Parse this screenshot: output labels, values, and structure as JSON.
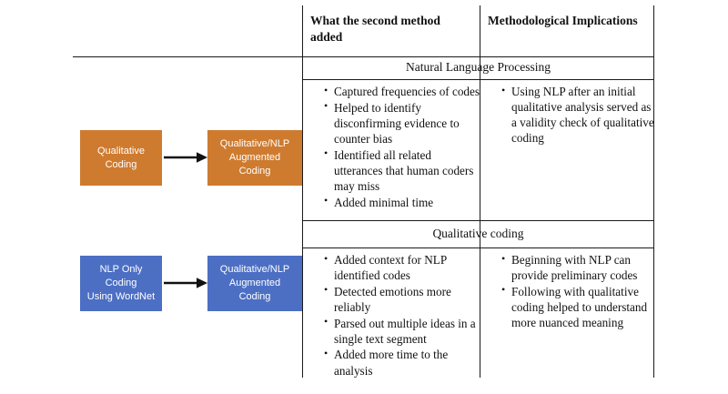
{
  "figure": {
    "type": "comparison-table-with-flow-diagram",
    "columns": [
      {
        "id": "flow",
        "label": ""
      },
      {
        "id": "added",
        "label": "What the second method added"
      },
      {
        "id": "implications",
        "label": "Methodological Implications"
      }
    ],
    "sections": [
      {
        "id": "nlp",
        "band_label": "Natural Language Processing",
        "flow": {
          "color": "#CE7B30",
          "from_box": "Qualitative Coding",
          "from_lines": [
            "Qualitative",
            "Coding"
          ],
          "arrow": "right-arrow",
          "to_box": "Qualitative/NLP Augmented Coding",
          "to_lines": [
            "Qualitative/NLP",
            "Augmented",
            "Coding"
          ]
        },
        "added_bullets": [
          "Captured frequencies of codes",
          "Helped to identify disconfirming evidence to counter bias",
          "Identified all related utterances that human coders may miss",
          "Added minimal time"
        ],
        "implication_bullets": [
          "Using NLP after an initial qualitative analysis served as a validity check of qualitative coding"
        ]
      },
      {
        "id": "qual",
        "band_label": "Qualitative coding",
        "flow": {
          "color": "#4C6FC4",
          "from_box": "NLP Only Coding Using WordNet",
          "from_lines": [
            "NLP Only Coding",
            "Using WordNet"
          ],
          "arrow": "right-arrow",
          "to_box": "Qualitative/NLP Augmented Coding",
          "to_lines": [
            "Qualitative/NLP",
            "Augmented",
            "Coding"
          ]
        },
        "added_bullets": [
          "Added context for NLP identified codes",
          "Detected emotions more reliably",
          "Parsed out multiple ideas in a single text segment",
          "Added more time to the analysis"
        ],
        "implication_bullets": [
          "Beginning with NLP can provide preliminary codes",
          "Following with qualitative coding helped to understand more nuanced meaning"
        ]
      }
    ],
    "colors": {
      "orange": "#CE7B30",
      "blue": "#4C6FC4",
      "rule": "#1a1a1a",
      "text": "#111111",
      "background": "#ffffff"
    }
  }
}
